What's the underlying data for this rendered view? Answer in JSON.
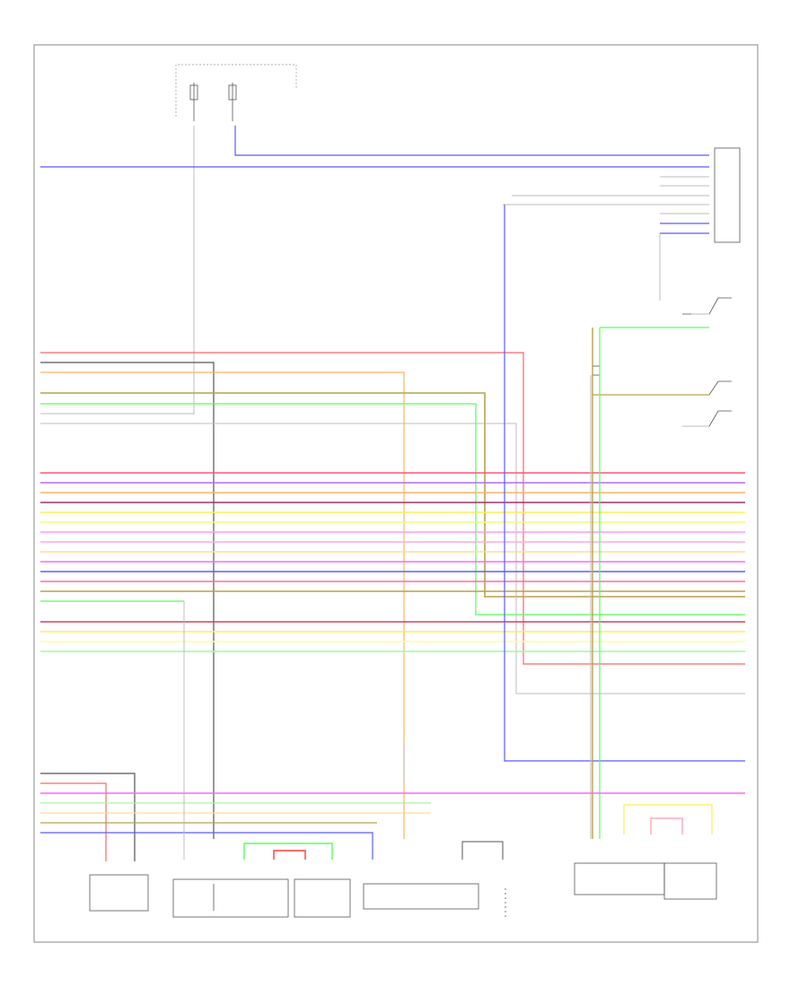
{
  "diagram": {
    "footer_code": "",
    "colors": {
      "pink": "#ff6aa6",
      "violet": "#b36bff",
      "orange": "#ffb266",
      "red": "#ff3b3b",
      "yellow": "#ffee55",
      "magenta": "#ff66ff",
      "blue": "#5b5bff",
      "green": "#57ff57",
      "olive": "#b7a24a",
      "gray": "#bdbdbd",
      "dark": "#555555",
      "lime": "#c8ff66"
    },
    "components": [
      {
        "name": "hot-at-all-times-block",
        "label": ""
      },
      {
        "name": "junction-connector-top-right",
        "label": ""
      },
      {
        "name": "pressure-switch-upper",
        "label": ""
      },
      {
        "name": "pressure-switch-lower",
        "label": ""
      },
      {
        "name": "junction-connector-mid",
        "label": ""
      },
      {
        "name": "junction-connector-bottom",
        "label": ""
      },
      {
        "name": "clutch-pedal-position-switch",
        "label": ""
      },
      {
        "name": "interior-fuse-relay-box",
        "label": ""
      },
      {
        "name": "a-t-display",
        "label": ""
      },
      {
        "name": "multiplex-control-unit",
        "label": ""
      },
      {
        "name": "brake-light-switch-connector",
        "label": ""
      },
      {
        "name": "speed-sensor",
        "label": ""
      },
      {
        "name": "a-t-gear-position-switch",
        "label": ""
      }
    ]
  }
}
